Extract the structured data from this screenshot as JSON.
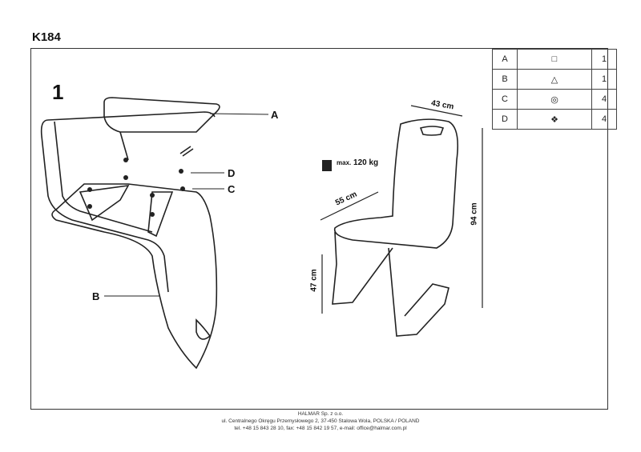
{
  "title": "K184",
  "step": "1",
  "parts": [
    {
      "letter": "A",
      "icon": "seat-icon",
      "qty": "1"
    },
    {
      "letter": "B",
      "icon": "frame-icon",
      "qty": "1"
    },
    {
      "letter": "C",
      "icon": "washer-icon",
      "qty": "4"
    },
    {
      "letter": "D",
      "icon": "screw-icon",
      "qty": "4"
    }
  ],
  "callouts": {
    "a": "A",
    "b": "B",
    "c": "C",
    "d": "D"
  },
  "weight": {
    "prefix": "max.",
    "value": "120 kg"
  },
  "dimensions": {
    "width": "43 cm",
    "depth": "55 cm",
    "seat_height": "47 cm",
    "height": "94 cm"
  },
  "footer": {
    "company": "HALMAR Sp. z o.o.",
    "address": "ul. Centralnego Okręgu Przemysłowego 2, 37-450 Stalowa Wola, POLSKA / POLAND",
    "contact": "tel. +48 15 843 28 10, fax: +48 15 842 19 57, e-mail: office@halmar.com.pl"
  }
}
